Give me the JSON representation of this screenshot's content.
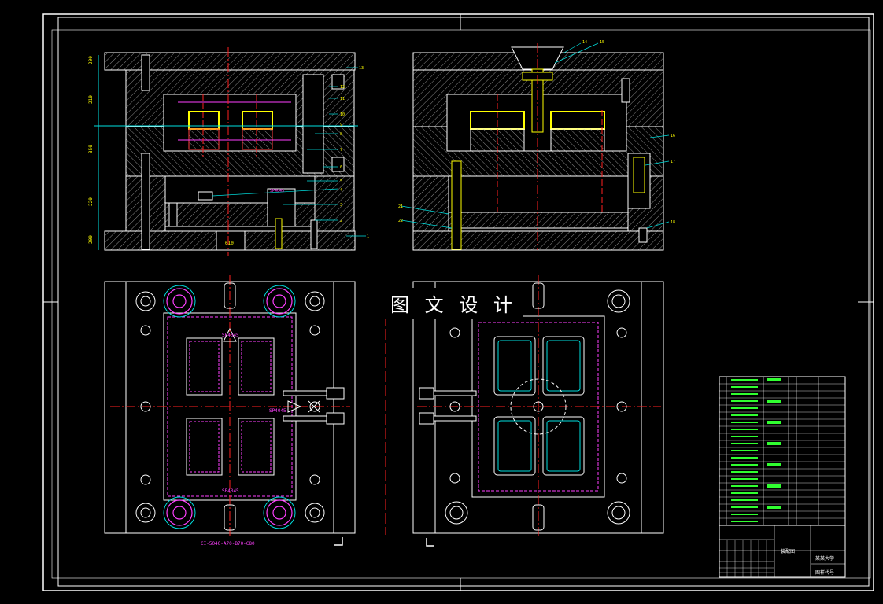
{
  "watermark": "图 文 设 计",
  "part_numbers_top_left": [
    "1",
    "2",
    "3",
    "4",
    "5",
    "6",
    "7",
    "8",
    "9",
    "10",
    "11",
    "12",
    "13"
  ],
  "part_numbers_top_right": [
    "14",
    "15",
    "16",
    "17",
    "18",
    "21",
    "22"
  ],
  "dimension_labels": [
    "200",
    "210",
    "350",
    "220",
    "200",
    "610"
  ],
  "annotation_labels": [
    "SP4045",
    "SP4045",
    "SP4045",
    "SP4045"
  ],
  "mold_base_spec": "CI-5040-A70-B70-C80",
  "title_block": {
    "drawing_name": "装配图",
    "school": "某某大学",
    "sheet": "图样代号"
  },
  "bom_rows": 21,
  "colors": {
    "frame": "#ffffff",
    "outline": "#ffffff",
    "hatch": "#8a8a8a",
    "cavity": "#ffff00",
    "centerline": "#ff2020",
    "leader": "#00e0e0",
    "pin": "#ff40ff",
    "bom_text": "#30ff30",
    "spec_text": "#ff40ff"
  }
}
